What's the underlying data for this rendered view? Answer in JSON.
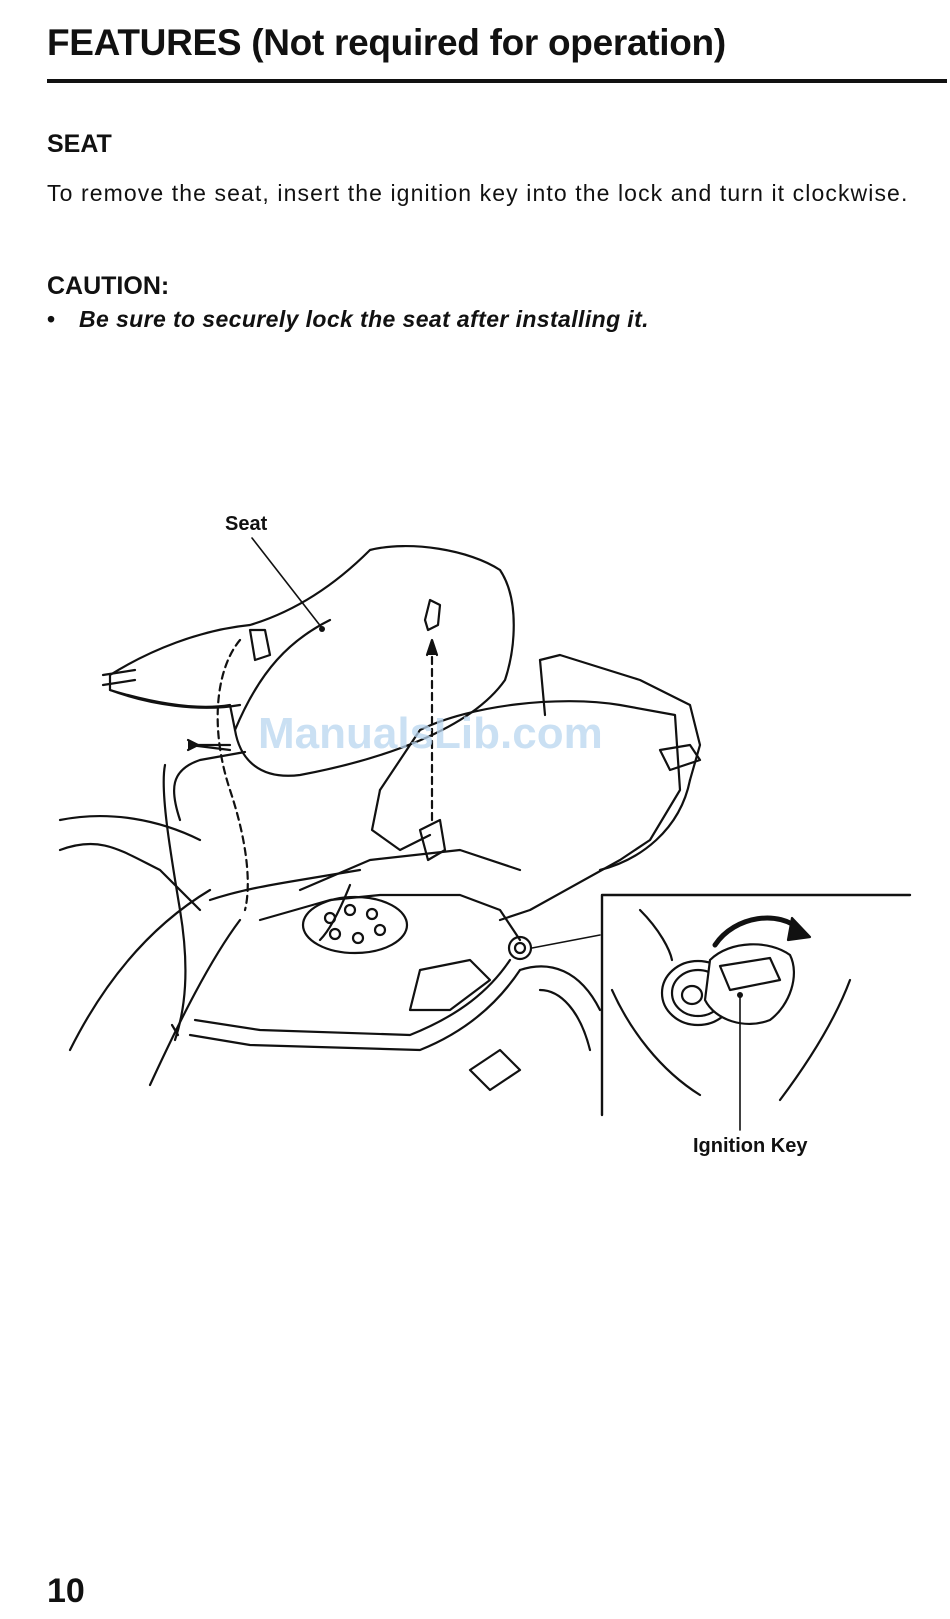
{
  "page": {
    "title": "FEATURES (Not required for operation)",
    "page_number": "10"
  },
  "section": {
    "heading": "SEAT",
    "body": "To remove the seat, insert the ignition key into the lock and turn it clockwise."
  },
  "caution": {
    "heading": "CAUTION:",
    "bullet": "•",
    "items": [
      "Be sure to securely lock the seat after installing it."
    ]
  },
  "figure": {
    "labels": {
      "seat": "Seat",
      "ignition_key": "Ignition Key"
    },
    "watermark": "ManualsLib.com"
  }
}
